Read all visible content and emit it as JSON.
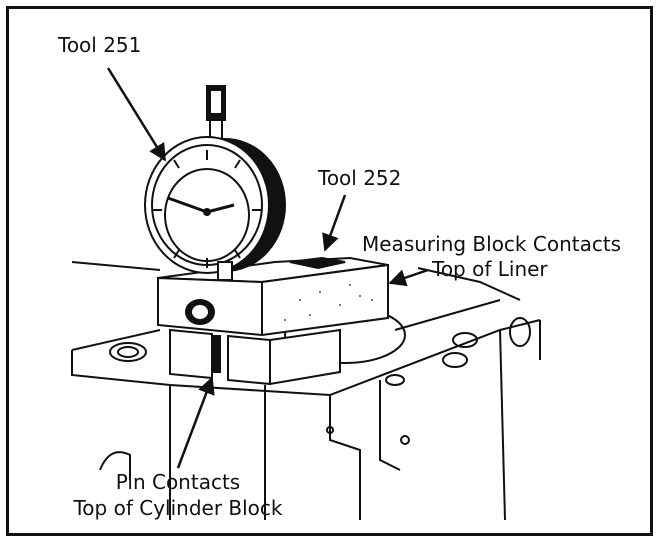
{
  "labels": {
    "tool_251": "Tool 251",
    "tool_252": "Tool 252",
    "measuring_line1": "Measuring Block Contacts",
    "measuring_line2": "Top of Liner",
    "pin_line1": "Pin Contacts",
    "pin_line2": "Top of Cylinder Block"
  },
  "colors": {
    "ink": "#111111",
    "paper": "#ffffff"
  }
}
